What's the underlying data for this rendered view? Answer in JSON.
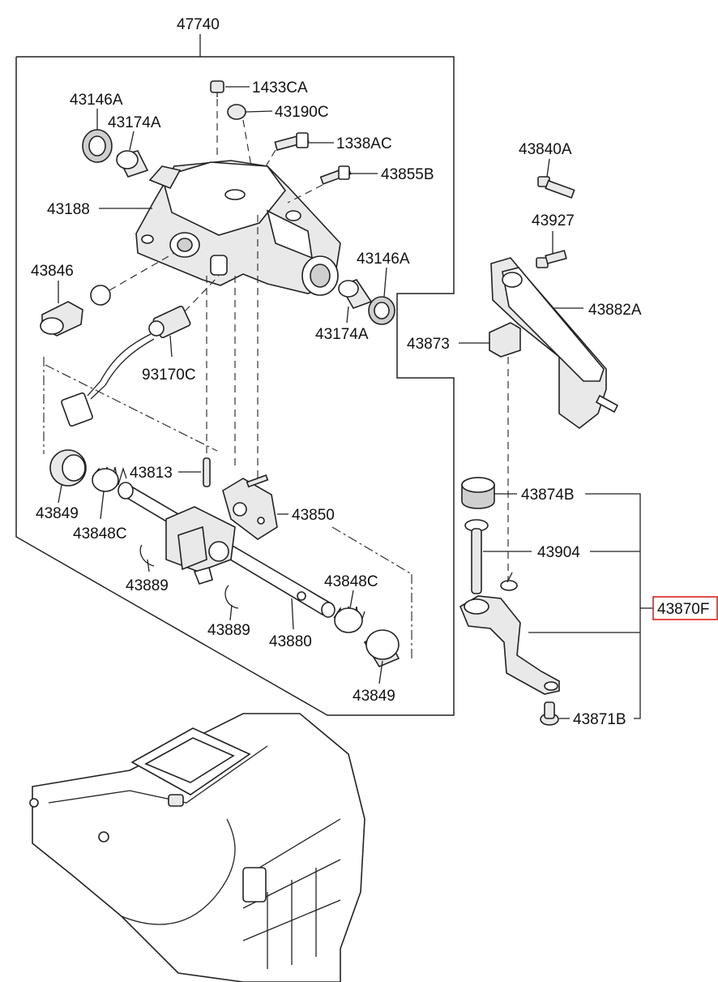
{
  "labels": {
    "assembly_top": "47740",
    "p1433CA": "1433CA",
    "p43190C": "43190C",
    "p1338AC": "1338AC",
    "p43855B": "43855B",
    "p43146A_left": "43146A",
    "p43174A_left": "43174A",
    "p43188": "43188",
    "p43146A_right": "43146A",
    "p43174A_right": "43174A",
    "p43846": "43846",
    "p93170C": "93170C",
    "p43813": "43813",
    "p43850": "43850",
    "p43849_left": "43849",
    "p43848C_left": "43848C",
    "p43889_left": "43889",
    "p43889_right": "43889",
    "p43880": "43880",
    "p43848C_right": "43848C",
    "p43849_right": "43849",
    "p43840A": "43840A",
    "p43927": "43927",
    "p43882A": "43882A",
    "p43873": "43873",
    "p43874B": "43874B",
    "p43904": "43904",
    "p43870F": "43870F",
    "p43871B": "43871B"
  },
  "highlight": {
    "part": "43870F",
    "color": "#e02020"
  }
}
